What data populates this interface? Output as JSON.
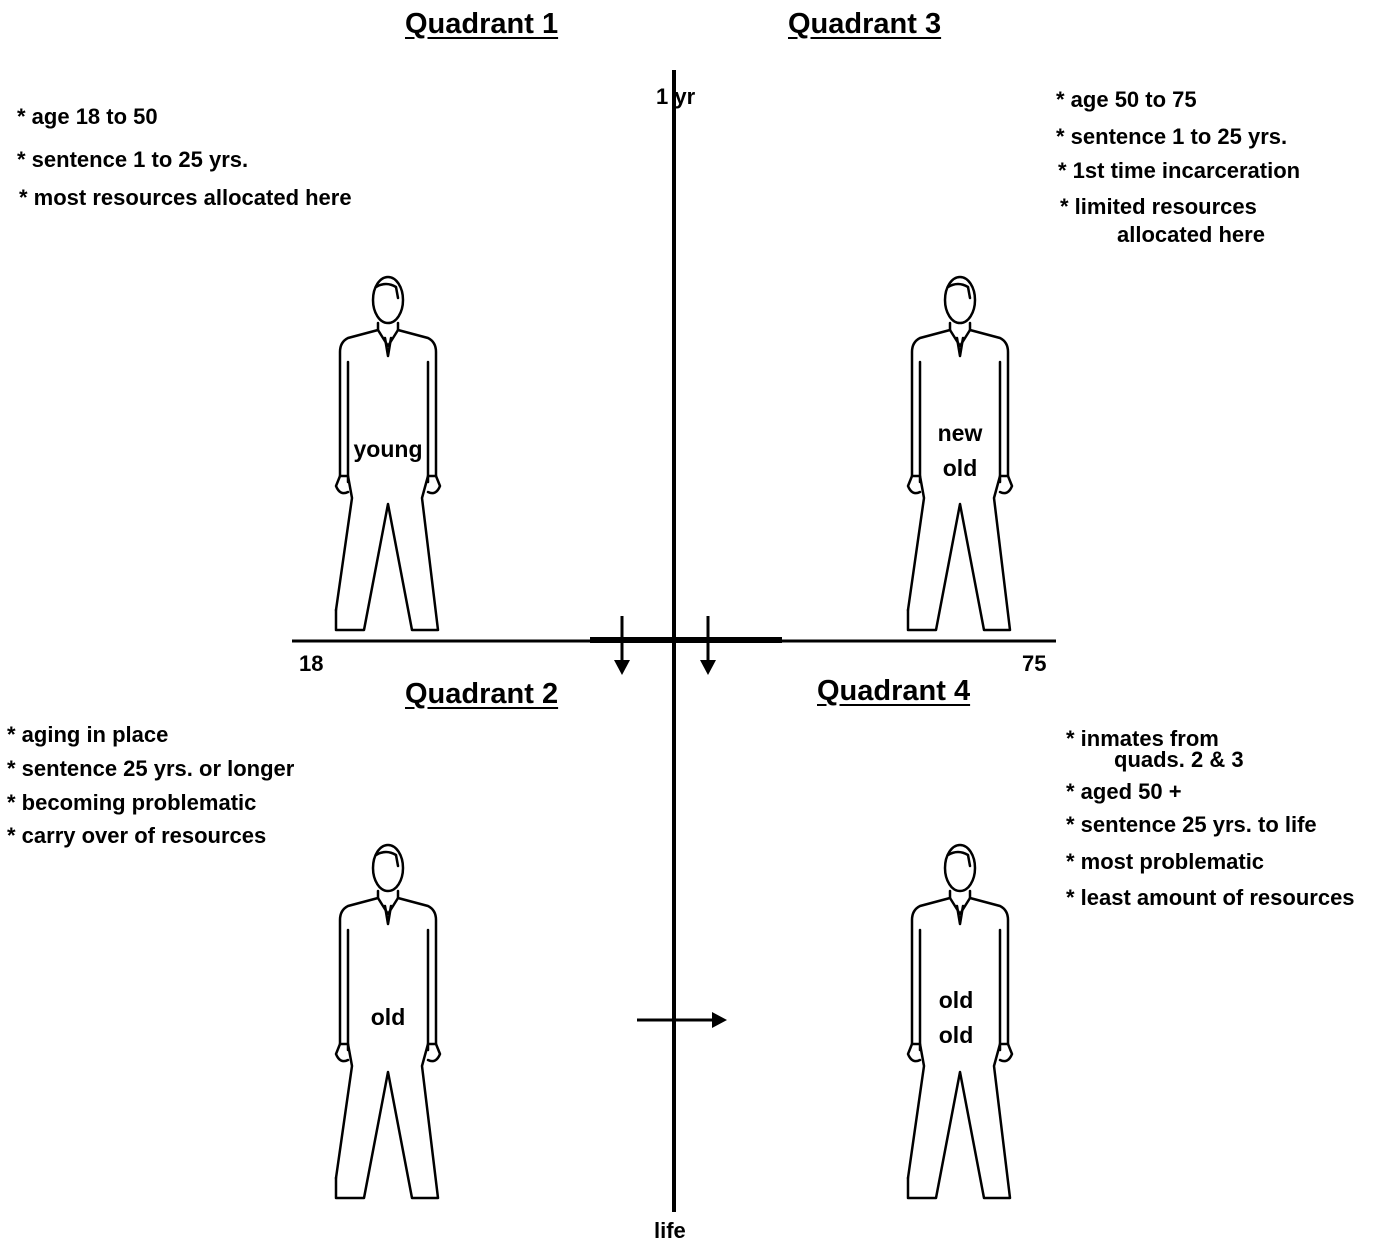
{
  "quadrants": {
    "q1": {
      "title": "Quadrant 1",
      "bullets": [
        "* age 18 to 50",
        "* sentence 1 to 25 yrs.",
        "* most resources allocated here"
      ],
      "figure_label": [
        "young"
      ]
    },
    "q2": {
      "title": "Quadrant 2",
      "bullets": [
        "* aging in place",
        "* sentence 25 yrs. or longer",
        "* becoming problematic",
        "* carry over of resources"
      ],
      "figure_label": [
        "old"
      ]
    },
    "q3": {
      "title": "Quadrant 3",
      "bullets": [
        "* age 50 to 75",
        "* sentence 1 to 25 yrs.",
        "* 1st time incarceration",
        "* limited resources",
        "allocated here"
      ],
      "figure_label": [
        "new",
        "old"
      ]
    },
    "q4": {
      "title": "Quadrant 4",
      "bullets": [
        "* inmates from",
        "quads. 2 & 3",
        "* aged 50 +",
        "* sentence 25 yrs. to life",
        "* most problematic",
        "* least amount of resources"
      ],
      "figure_label": [
        "old",
        "old"
      ]
    }
  },
  "axes": {
    "vertical_top": "1 yr",
    "vertical_bottom": "life",
    "horizontal_left": "18",
    "horizontal_right": "75"
  },
  "icons": [
    "person-figure-icon",
    "arrow-down-icon",
    "arrow-right-icon"
  ]
}
